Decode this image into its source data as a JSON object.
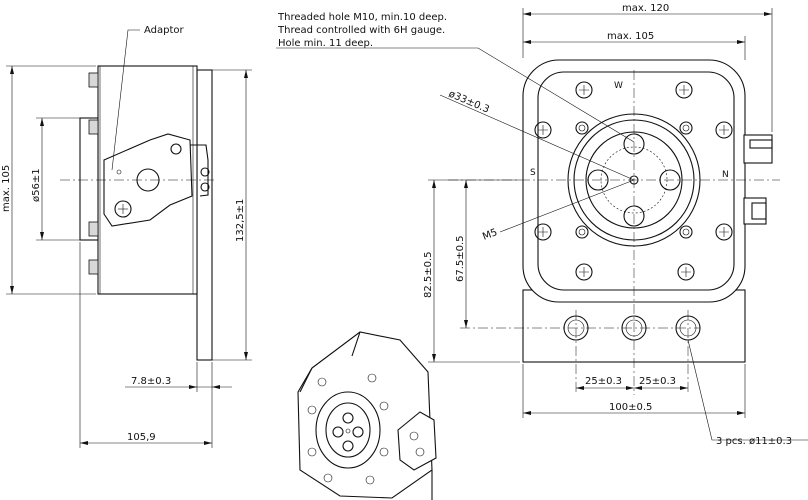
{
  "labels": {
    "adaptor": "Adaptor",
    "note_line1": "Threaded hole M10, min.10 deep.",
    "note_line2": "Thread controlled with 6H gauge.",
    "note_line3": "Hole min. 11 deep.",
    "max105_left": "max. 105",
    "d56": "ø56±1",
    "d132": "132,5±1",
    "d7_8": "7.8±0.3",
    "d105_9": "105,9",
    "max120": "max. 120",
    "max105_top": "max. 105",
    "d33": "ø33±0.3",
    "m5": "M5",
    "d82_5": "82.5±0.5",
    "d67_5": "67.5±0.5",
    "d25a": "25±0.3",
    "d25b": "25±0.3",
    "d100": "100±0.5",
    "holes": "3 pcs. ø11±0.3",
    "dir_w": "W",
    "dir_s": "S",
    "dir_n": "N"
  }
}
